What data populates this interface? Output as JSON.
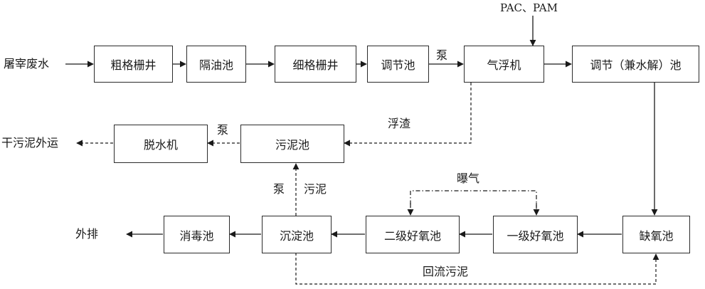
{
  "nodes": {
    "input": "屠宰废水",
    "coarse_screen": "粗格栅井",
    "oil_separator": "隔油池",
    "fine_screen": "细格栅井",
    "equalization_tank": "调节池",
    "flotation_machine": "气浮机",
    "hydrolysis_tank": "调节（兼水解）池",
    "sludge_tank": "污泥池",
    "dewatering_machine": "脱水机",
    "dry_sludge_output": "干污泥外运",
    "anoxic_tank": "缺氧池",
    "aerobic_tank_1": "一级好氧池",
    "aerobic_tank_2": "二级好氧池",
    "sedimentation_tank": "沉淀池",
    "disinfection_tank": "消毒池",
    "discharge": "外排"
  },
  "edge_labels": {
    "chemicals": "PAC、PAM",
    "pump_to_flotation": "泵",
    "scum": "浮渣",
    "pump_to_dewatering": "泵",
    "pump_sludge": "泵",
    "sludge": "污泥",
    "aeration": "曝气",
    "return_sludge": "回流污泥"
  }
}
